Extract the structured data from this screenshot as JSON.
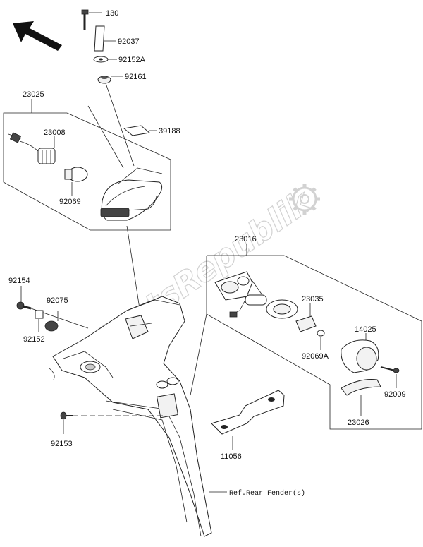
{
  "watermark": "PartsRepublik",
  "labels": {
    "p130": "130",
    "p92037": "92037",
    "p92152a": "92152A",
    "p92161": "92161",
    "p23025": "23025",
    "p23008": "23008",
    "p39188": "39188",
    "p92069": "92069",
    "p23016": "23016",
    "p92154": "92154",
    "p92075": "92075",
    "p92152": "92152",
    "p23035": "23035",
    "p14025": "14025",
    "p92069a": "92069A",
    "p92009": "92009",
    "p23026": "23026",
    "p92153": "92153",
    "p11056": "11056",
    "ref_fender": "Ref.Rear Fender(s)"
  },
  "icons": {
    "direction_arrow": "front-direction-arrow-icon",
    "gear": "gear-icon"
  }
}
